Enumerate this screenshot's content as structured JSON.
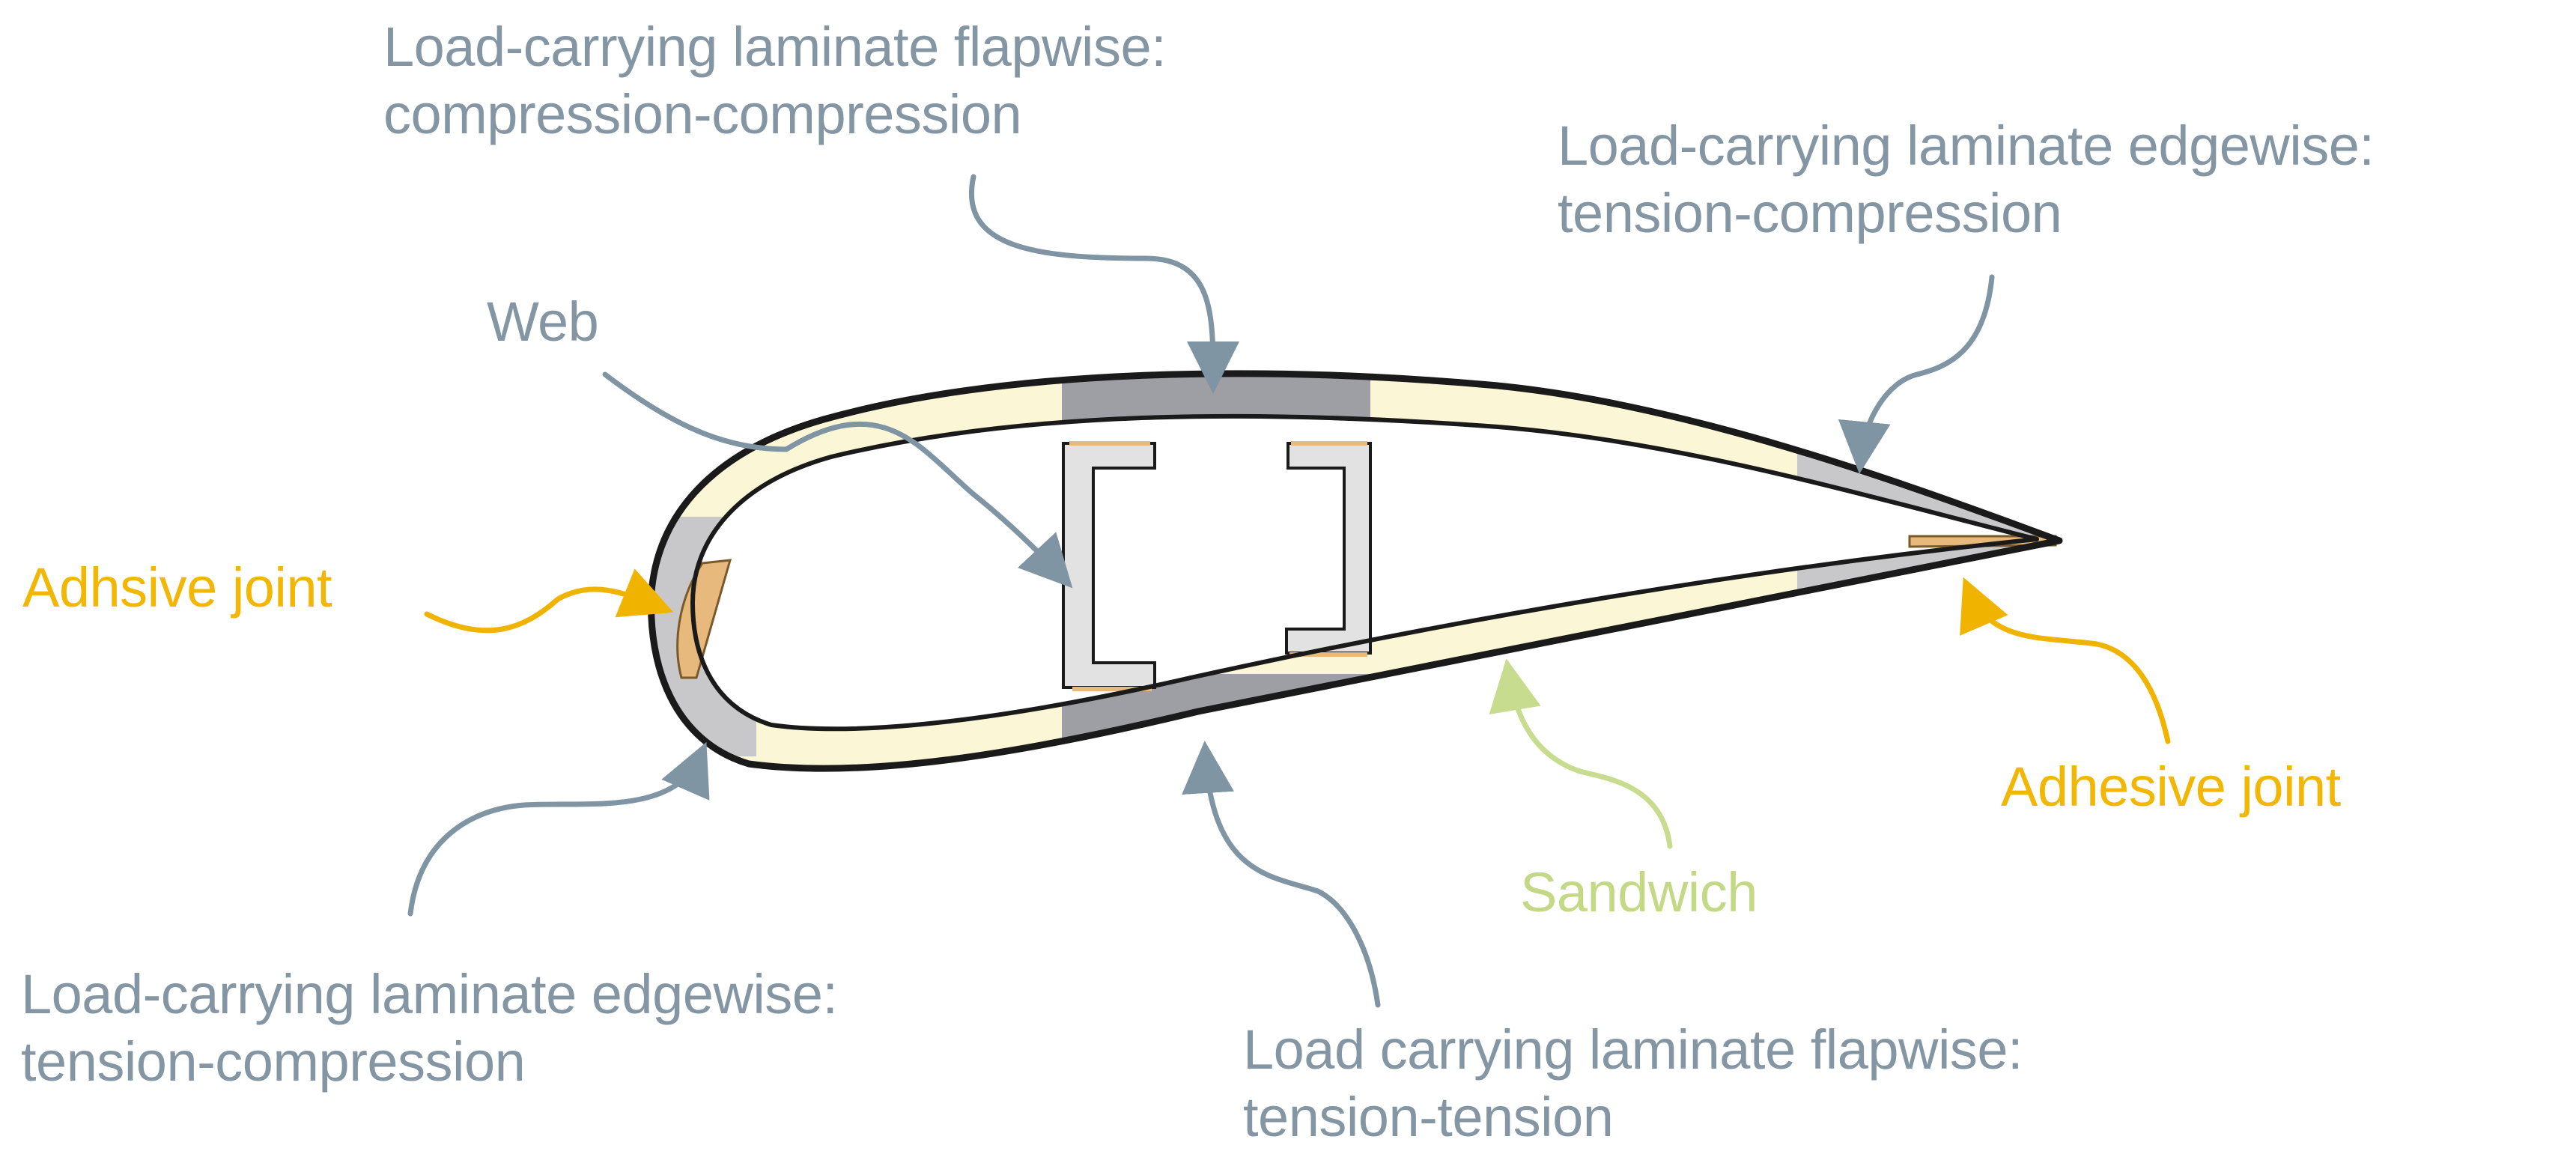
{
  "colors": {
    "label_gray": "#8496a3",
    "label_yellow": "#f2b705",
    "label_green": "#c3d985",
    "arrow_gray": "#7f95a4",
    "arrow_yellow": "#f0b400",
    "arrow_green": "#c7dc8f",
    "sandwich_fill": "#fbf6d6",
    "laminate_fill": "#9e9fa4",
    "edge_laminate_fill": "#c8c8cb",
    "web_fill": "#e2e2e3",
    "adhesive_fill": "#e8b97c",
    "outline": "#1a1a1a"
  },
  "labels": {
    "top": {
      "line1": "Load-carrying laminate flapwise:",
      "line2": "compression-compression"
    },
    "top_right": {
      "line1": "Load-carrying laminate edgewise:",
      "line2": "tension-compression"
    },
    "web": "Web",
    "adhesive_left": "Adhsive joint",
    "adhesive_right": "Adhesive joint",
    "sandwich": "Sandwich",
    "bottom_left": {
      "line1": "Load-carrying laminate edgewise:",
      "line2": "tension-compression"
    },
    "bottom": {
      "line1": "Load carrying laminate flapwise:",
      "line2": "tension-tension"
    }
  }
}
